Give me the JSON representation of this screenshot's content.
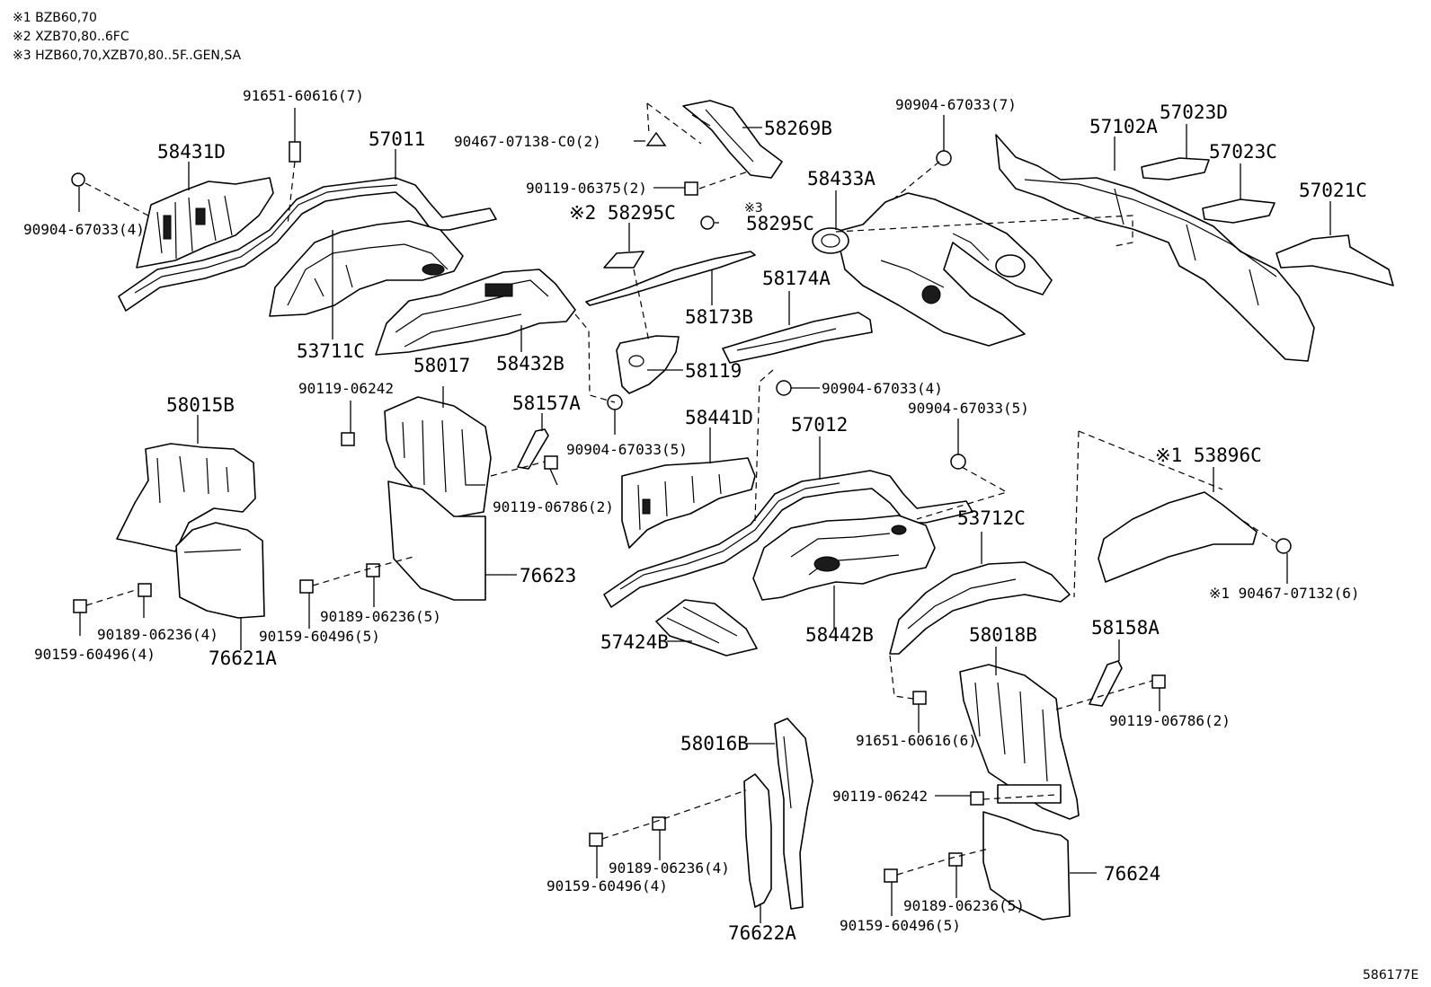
{
  "notes": [
    "※1 BZB60,70",
    "※2 XZB70,80..6FC",
    "※3 HZB60,70,XZB70,80..5F..GEN,SA"
  ],
  "diagram_id": "586177E",
  "labels": {
    "p91651_60616_7": "91651-60616(7)",
    "p57011": "57011",
    "p58431D": "58431D",
    "p90904_67033_4a": "90904-67033(4)",
    "p53711C": "53711C",
    "p90467_07138": "90467-07138-C0(2)",
    "p58269B": "58269B",
    "p90119_06375": "90119-06375(2)",
    "p58295C_2": "※2 58295C",
    "p58295C_3_mark": "※3",
    "p58295C_3": "58295C",
    "p58173B": "58173B",
    "p58432B": "58432B",
    "p58017": "58017",
    "p58119": "58119",
    "p90904_67033_7": "90904-67033(7)",
    "p57102A": "57102A",
    "p57023D": "57023D",
    "p57023C": "57023C",
    "p57021C": "57021C",
    "p58433A": "58433A",
    "p58174A": "58174A",
    "p90904_67033_4b": "90904-67033(4)",
    "p58015B": "58015B",
    "p90119_06242a": "90119-06242",
    "p58157A": "58157A",
    "p90904_67033_5a": "90904-67033(5)",
    "p90119_06786a": "90119-06786(2)",
    "p76623": "76623",
    "p90189_06236_4a": "90189-06236(4)",
    "p90159_60496_4a": "90159-60496(4)",
    "p76621A": "76621A",
    "p90189_06236_5a": "90189-06236(5)",
    "p90159_60496_5a": "90159-60496(5)",
    "p58441D": "58441D",
    "p57012": "57012",
    "p90904_67033_5b": "90904-67033(5)",
    "p53896C": "※1 53896C",
    "p53712C": "53712C",
    "p90467_07132": "※1 90467-07132(6)",
    "p57424B": "57424B",
    "p58442B": "58442B",
    "p58018B": "58018B",
    "p58158A": "58158A",
    "p91651_60616_6": "91651-60616(6)",
    "p90119_06786b": "90119-06786(2)",
    "p58016B": "58016B",
    "p90119_06242b": "90119-06242",
    "p90189_06236_4b": "90189-06236(4)",
    "p90159_60496_4b": "90159-60496(4)",
    "p76622A": "76622A",
    "p76624": "76624",
    "p90189_06236_5b": "90189-06236(5)",
    "p90159_60496_5b": "90159-60496(5)"
  }
}
